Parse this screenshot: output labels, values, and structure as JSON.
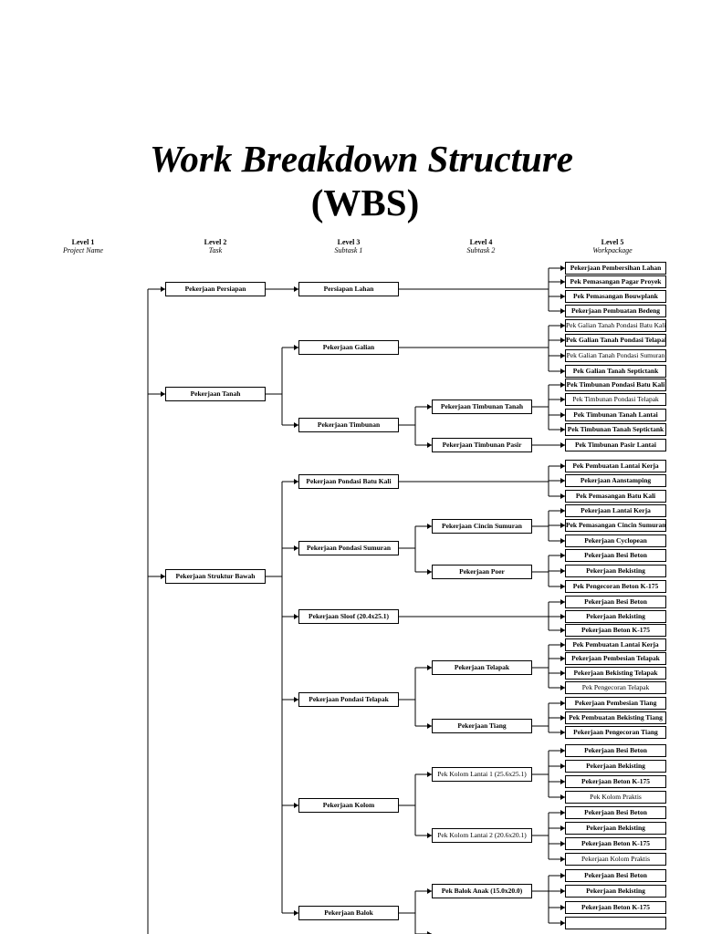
{
  "title_line1": "Work Breakdown Structure",
  "title_line2": "(WBS)",
  "levels": [
    {
      "name": "Level 1",
      "sub": "Project Name"
    },
    {
      "name": "Level 2",
      "sub": "Task"
    },
    {
      "name": "Level 3",
      "sub": "Subtask 1"
    },
    {
      "name": "Level 4",
      "sub": "Subtask 2"
    },
    {
      "name": "Level 5",
      "sub": "Workpackage"
    }
  ],
  "level2": [
    {
      "id": "a",
      "label": "Pekerjaan Persiapan"
    },
    {
      "id": "b",
      "label": "Pekerjaan Tanah"
    },
    {
      "id": "c",
      "label": "Pekerjaan Struktur Bawah"
    }
  ],
  "level3": [
    {
      "id": "a1",
      "label": "Persiapan Lahan"
    },
    {
      "id": "b1",
      "label": "Pekerjaan Galian"
    },
    {
      "id": "b2",
      "label": "Pekerjaan Timbunan"
    },
    {
      "id": "c1",
      "label": "Pekerjaan Pondasi Batu Kali"
    },
    {
      "id": "c2",
      "label": "Pekerjaan Pondasi Sumuran"
    },
    {
      "id": "c3",
      "label": "Pekerjaan Sloof (20.4x25.1)"
    },
    {
      "id": "c4",
      "label": "Pekerjaan Pondasi Telapak"
    },
    {
      "id": "c5",
      "label": "Pekerjaan Kolom"
    },
    {
      "id": "c6",
      "label": "Pekerjaan Balok"
    }
  ],
  "level4": [
    {
      "id": "b2a",
      "label": "Pekerjaan Timbunan Tanah"
    },
    {
      "id": "b2b",
      "label": "Pekerjaan Timbunan Pasir"
    },
    {
      "id": "c2a",
      "label": "Pekerjaan Cincin Sumuran"
    },
    {
      "id": "c2b",
      "label": "Pekerjaan Poer"
    },
    {
      "id": "c4a",
      "label": "Pekerjaan Telapak"
    },
    {
      "id": "c4b",
      "label": "Pekerjaan Tiang"
    },
    {
      "id": "c5a",
      "label": "Pek Kolom Lantai 1 (25.6x25.1)"
    },
    {
      "id": "c5b",
      "label": "Pek Kolom Lantai 2 (20.6x20.1)"
    },
    {
      "id": "c6a",
      "label": "Pek Balok Anak (15.0x20.0)"
    }
  ],
  "level5": [
    "Pekerjaan Pembersihan Lahan",
    "Pek Pemasangan Pagar Proyek",
    "Pek Pemasangan Bouwplank",
    "Pekerjaan Pembuatan Bedeng",
    "Pek Galian Tanah Pondasi Batu Kali",
    "Pek Galian Tanah Pondasi Telapak",
    "Pek Galian Tanah Pondasi Sumuran",
    "Pek Galian Tanah Septictank",
    "Pek Timbunan Pondasi Batu Kali",
    "Pek Timbunan Pondasi Telapak",
    "Pek Timbunan Tanah Lantai",
    "Pek Timbunan Tanah Septictank",
    "Pek Timbunan Pasir Lantai",
    "Pek Pembuatan Lantai Kerja",
    "Pekerjaan Aanstamping",
    "Pek Pemasangan Batu Kali",
    "Pekerjaan Lantai Kerja",
    "Pek Pemasangan Cincin Sumuran",
    "Pekerjaan Cyclopean",
    "Pekerjaan Besi Beton",
    "Pekerjaan Bekisting",
    "Pek Pengecoran Beton K-175",
    "Pekerjaan Besi Beton",
    "Pekerjaan Bekisting",
    "Pekerjaan Beton K-175",
    "Pek Pembuatan Lantai Kerja",
    "Pekerjaan Pembesian Telapak",
    "Pekerjaan Bekisting Telapak",
    "Pek Pengecoran Telapak",
    "Pekerjaan Pembesian Tiang",
    "Pek Pembuatan Bekisting Tiang",
    "Pekerjaan Pengecoran Tiang",
    "Pekerjaan Besi Beton",
    "Pekerjaan Bekisting",
    "Pekerjaan Beton K-175",
    "Pek Kolom Praktis",
    "Pekerjaan Besi Beton",
    "Pekerjaan Bekisting",
    "Pekerjaan Beton K-175",
    "Pekerjaan Kolom Praktis",
    "Pekerjaan Besi Beton",
    "Pekerjaan Bekisting",
    "Pekerjaan Beton K-175",
    ""
  ]
}
